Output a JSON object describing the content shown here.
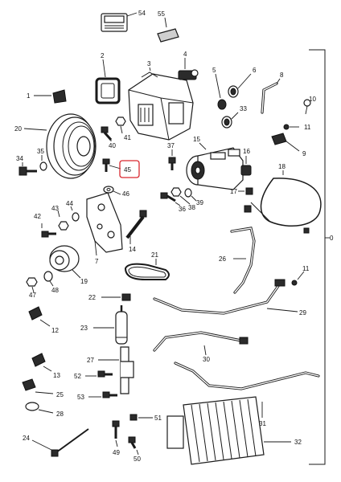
{
  "callouts": {
    "c0": "0",
    "c1": "1",
    "c2": "2",
    "c3": "3",
    "c4": "4",
    "c5": "5",
    "c6": "6",
    "c7": "7",
    "c8": "8",
    "c9": "9",
    "c11a": "11",
    "c11b": "11",
    "c12": "12",
    "c13": "13",
    "c14": "14",
    "c15": "15",
    "c16": "16",
    "c17": "17",
    "c18": "18",
    "c19": "19",
    "c20": "20",
    "c21": "21",
    "c22": "22",
    "c23": "23",
    "c24": "24",
    "c25": "25",
    "c26": "26",
    "c27": "27",
    "c28": "28",
    "c29": "29",
    "c30": "30",
    "c31": "31",
    "c32": "32",
    "c33": "33",
    "c34": "34",
    "c35": "35",
    "c36": "36",
    "c37": "37",
    "c38": "38",
    "c39": "39",
    "c40": "40",
    "c41": "41",
    "c42": "42",
    "c43": "43",
    "c44": "44",
    "c45": "45",
    "c46": "46",
    "c47": "47",
    "c48": "48",
    "c49": "49",
    "c50": "50",
    "c51": "51",
    "c52": "52",
    "c53": "53",
    "c54": "54",
    "c55": "55"
  },
  "highlight": {
    "part": "45",
    "color": "#d9282f"
  }
}
